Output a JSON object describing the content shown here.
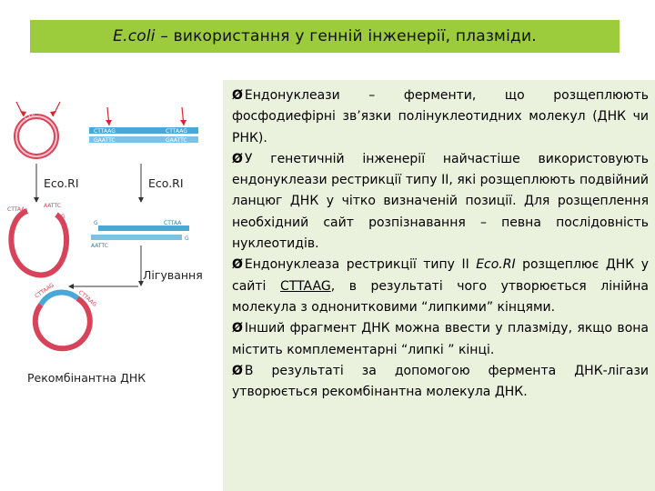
{
  "title": {
    "prefix": "E.coli",
    "rest": " – використання у генній інженерії, плазміди."
  },
  "figure": {
    "label_ecori_left": "Eco.RI",
    "label_ecori_right": "Eco.RI",
    "label_ligation": "Лігування",
    "label_recombinant": "Рекомбінантна ДНК",
    "seq_cttaag": "CTTAAG",
    "seq_gaattc": "GAATTC",
    "seq_aattc": "AATTC",
    "seq_g": "G",
    "seq_cttaa": "CTTAA"
  },
  "bullets": [
    {
      "marker": "Ø",
      "parts": [
        "Ендонуклеази – ферменти, що розщеплюють фосфодиефірні зв’язки полінуклеотидних молекул (ДНК чи РНК)."
      ]
    },
    {
      "marker": "Ø",
      "parts": [
        "У генетичній інженерії найчастіше використовують ендонуклеази рестрикції типу ІІ, які розщеплюють подвійний ланцюг ДНК у чітко визначеній позиції. Для розщеплення необхідний сайт розпізнавання – певна послідовність нуклеотидів."
      ]
    },
    {
      "marker": "Ø",
      "p1": "Ендонуклеаза рестрикції типу ІІ ",
      "p2": "Eco.RI",
      "p3": " розщеплює ДНК у сайті ",
      "p4": "CTTAAG",
      "p5": ", в результаті чого утворюється лінійна молекула з однонитковими “липкими” кінцями."
    },
    {
      "marker": "Ø",
      "parts": [
        "Інший фрагмент ДНК можна ввести у плазміду, якщо вона містить комплементарні “липкі ” кінці."
      ]
    },
    {
      "marker": "Ø",
      "parts": [
        "В результаті за допомогою фермента ДНК-лігази утворюється рекомбінантна молекула ДНК."
      ]
    }
  ],
  "colors": {
    "title_bar": "#9ccb3b",
    "panel": "#eaf1dd",
    "plasmid": "#d9435a",
    "insert": "#4aa8d8",
    "arrow": "#d9232e"
  }
}
